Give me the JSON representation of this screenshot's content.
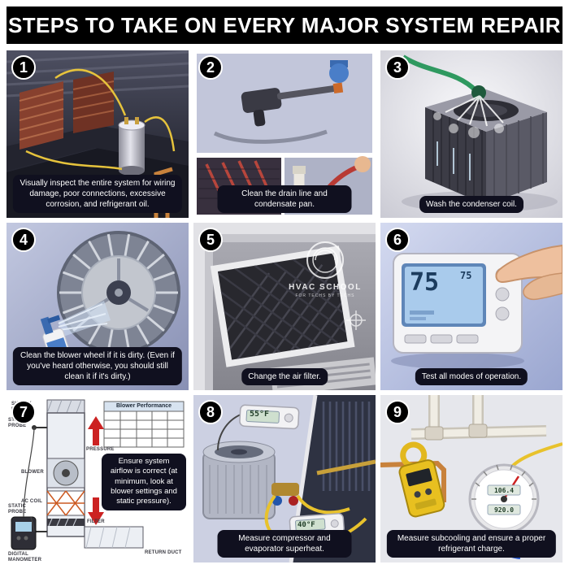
{
  "header": {
    "title": "STEPS TO TAKE ON EVERY MAJOR SYSTEM REPAIR"
  },
  "steps": [
    {
      "number": "1",
      "caption": "Visually inspect the entire system for wiring damage, poor connections, excessive corrosion, and refrigerant oil."
    },
    {
      "number": "2",
      "caption": "Clean the drain line and condensate pan."
    },
    {
      "number": "3",
      "caption": "Wash the condenser coil."
    },
    {
      "number": "4",
      "caption": "Clean the blower wheel if it is dirty. (Even if you've heard otherwise, you should still clean it if it's dirty.)"
    },
    {
      "number": "5",
      "caption": "Change the air filter."
    },
    {
      "number": "6",
      "caption": "Test all modes of operation."
    },
    {
      "number": "7",
      "caption": "Ensure system airflow is correct (at minimum, look at blower settings and static pressure)."
    },
    {
      "number": "8",
      "caption": "Measure compressor and evaporator superheat."
    },
    {
      "number": "9",
      "caption": "Measure subcooling and ensure a proper refrigerant charge."
    }
  ],
  "watermark": {
    "brand": "HVAC SCHOOL",
    "tagline": "FOR TECHS BY TECHS"
  },
  "thermostat": {
    "temp_large": "75",
    "temp_small": "75"
  },
  "airflow_diagram": {
    "table_title": "Blower Performance",
    "labels": {
      "supply_duct": "SUPPLY DUCT",
      "static_probe_top": "STATIC PROBE",
      "pressure": "PRESSURE",
      "blower": "BLOWER",
      "ac_coil": "AC COIL",
      "static_probe_bottom": "STATIC PROBE",
      "filter": "FILTER",
      "return_duct": "RETURN DUCT",
      "digital_manometer": "DIGITAL MANOMETER"
    }
  },
  "thermometers": {
    "reading_top": "55°F",
    "reading_bottom": "40°F"
  },
  "gauge": {
    "reading_top": "106.4",
    "reading_bottom": "920.0"
  }
}
